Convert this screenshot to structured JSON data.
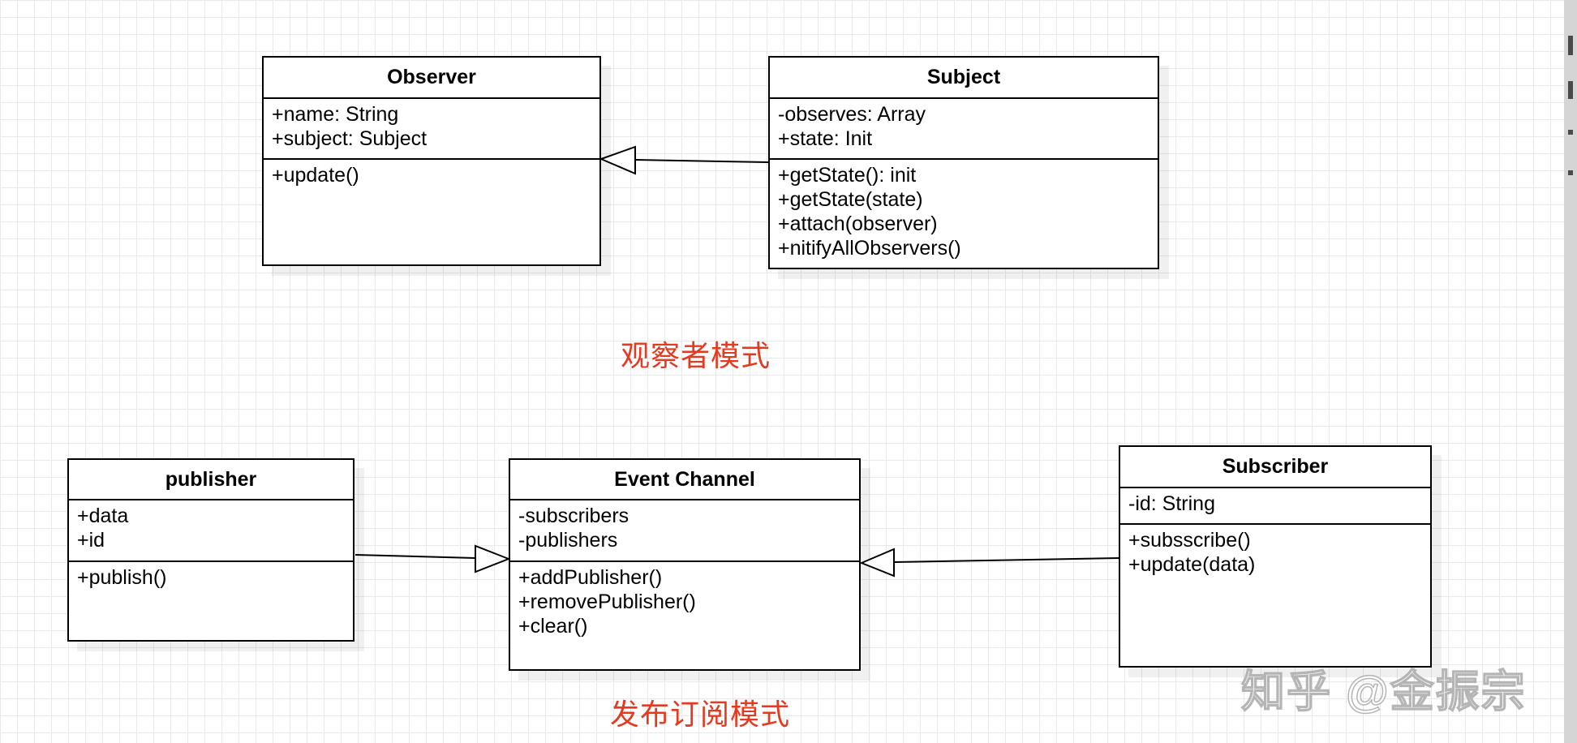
{
  "classes": {
    "observer": {
      "name": "Observer",
      "attributes": [
        "+name: String",
        "+subject: Subject"
      ],
      "methods": [
        "+update()"
      ]
    },
    "subject": {
      "name": "Subject",
      "attributes": [
        "-observes: Array",
        "+state: Init"
      ],
      "methods": [
        "+getState(): init",
        "+getState(state)",
        "+attach(observer)",
        "+nitifyAllObservers()"
      ]
    },
    "publisher": {
      "name": "publisher",
      "attributes": [
        "+data",
        "+id"
      ],
      "methods": [
        "+publish()"
      ]
    },
    "event_channel": {
      "name": "Event Channel",
      "attributes": [
        "-subscribers",
        "-publishers"
      ],
      "methods": [
        "+addPublisher()",
        "+removePublisher()",
        "+clear()"
      ]
    },
    "subscriber": {
      "name": "Subscriber",
      "attributes": [
        "-id: String"
      ],
      "methods": [
        "+subsscribe()",
        "+update(data)"
      ]
    }
  },
  "captions": {
    "observer_pattern": "观察者模式",
    "pubsub_pattern": "发布订阅模式"
  },
  "watermark": "知乎 @金振宗",
  "colors": {
    "caption": "#e53a20",
    "border": "#000000",
    "grid": "#e9e9e9"
  }
}
